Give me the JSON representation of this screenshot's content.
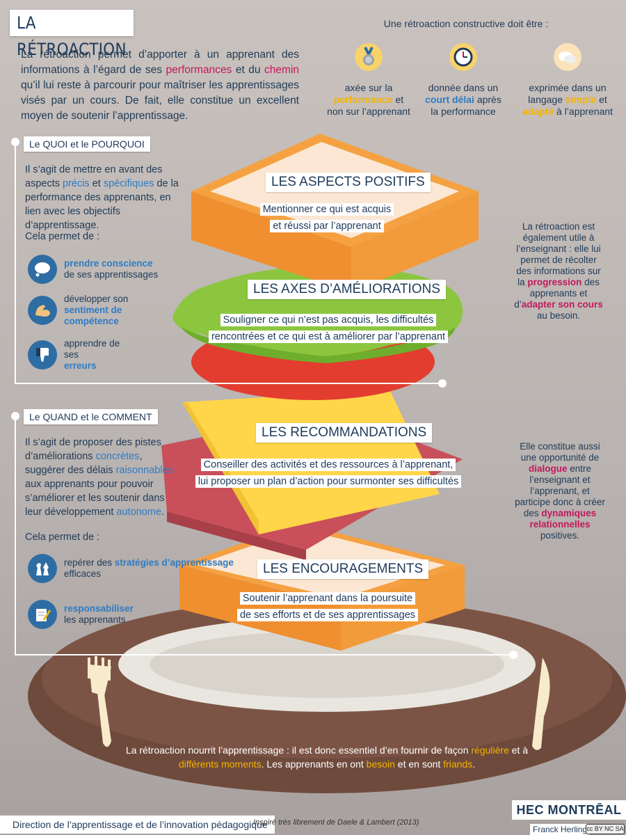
{
  "header": {
    "title": "LA RÉTROACTION",
    "intro": {
      "p1": "La rétroaction permet d’apporter à un apprenant des informations à l’égard de ses ",
      "k1": "performances",
      "p2": " et du ",
      "k2": "chemin",
      "p3": " qu’il lui reste à parcourir pour maîtriser les apprentissages visés par un cours. De fait, elle constitue un excellent moyen de soutenir l’apprentissage."
    }
  },
  "constructive": {
    "heading": "Une rétroaction constructive doit être :",
    "items": [
      {
        "icon": "medal-icon",
        "a": "axée sur la",
        "k": "performance",
        "b": " et",
        "c": "non sur l’apprenant"
      },
      {
        "icon": "clock-icon",
        "a": "donnée dans un",
        "k": "court délai",
        "b": " après",
        "c": "la performance"
      },
      {
        "icon": "speech-bubble-icon",
        "a": "exprimée dans un",
        "l2a": "langage ",
        "k": "simple",
        "b": " et",
        "k2": "adapté",
        "c": " à l’apprenant"
      }
    ]
  },
  "section1": {
    "label": "Le QUOI et le POURQUOI",
    "text": {
      "a": "Il s’agit de mettre en avant des aspects ",
      "k1": "précis",
      "b": " et ",
      "k2": "spécifiques",
      "c": " de la performance des apprenants, en lien avec les objectifs d’apprentissage."
    },
    "allows": "Cela permet de :",
    "benefits": [
      {
        "icon": "thought-cloud-icon",
        "k": "prendre conscience",
        "t": "de ses apprentissages"
      },
      {
        "icon": "muscle-arm-icon",
        "t": "développer son",
        "k": "sentiment de compétence"
      },
      {
        "icon": "thumbs-down-icon",
        "t": "apprendre de ses ",
        "k": "erreurs"
      }
    ]
  },
  "section2": {
    "label": "Le QUAND et le COMMENT",
    "text": {
      "a": "Il s’agit de proposer des pistes d’améliorations ",
      "k1": "concrètes",
      "b": ", suggérer des délais ",
      "k2": "raisonnables",
      "c": " aux apprenants pour pouvoir s’améliorer et les soutenir dans leur développement ",
      "k3": "autonome",
      "d": "."
    },
    "allows": "Cela permet de :",
    "benefits": [
      {
        "icon": "chess-pieces-icon",
        "t": "repérer des ",
        "k": "stratégies d’apprentissage",
        "t2": "efficaces"
      },
      {
        "icon": "pencil-paper-icon",
        "k": "responsabiliser",
        "t": "les apprenants"
      }
    ]
  },
  "layers": [
    {
      "title": "LES ASPECTS POSITIFS",
      "lines": [
        "Mentionner ce qui est acquis",
        "et réussi par l’apprenant"
      ]
    },
    {
      "title": "LES AXES D’AMÉLIORATIONS",
      "lines": [
        "Souligner ce qui n’est pas acquis, les difficultés",
        "rencontrées et ce qui est à améliorer par l’apprenant"
      ]
    },
    {
      "title": "LES RECOMMANDATIONS",
      "lines": [
        "Conseiller des activités et des ressources à l’apprenant,",
        "lui proposer un plan d’action pour surmonter ses difficultés"
      ]
    },
    {
      "title": "LES ENCOURAGEMENTS",
      "lines": [
        "Soutenir l’apprenant dans la poursuite",
        "de ses efforts et de ses apprentissages"
      ]
    }
  ],
  "right_notes": {
    "note1": {
      "a": "La rétroaction est également utile à l’enseignant : elle lui permet de récolter des informations sur la ",
      "k1": "progression",
      "b": " des apprenants et d’",
      "k2": "adapter son cours",
      "c": " au besoin."
    },
    "note2": {
      "a": "Elle constitue aussi une opportunité de ",
      "k1": "dialogue",
      "b": " entre l’enseignant et l’apprenant, et participe donc à créer des ",
      "k2": "dynamiques relationnelles",
      "c": " positives."
    }
  },
  "bottom": {
    "a": "La rétroaction nourrit l’apprentissage : il est donc essentiel d’en fournir de façon ",
    "k1": "régulière",
    "b": " et à ",
    "k2": "différents moments",
    "c": ". Les apprenants en ont ",
    "k3": "besoin",
    "d": " et en sont ",
    "k4": "friands",
    "e": "."
  },
  "footer": {
    "direction": "Direction de l’apprentissage et de l’innovation pédagogique",
    "inspired": "Inspiré très librement de Daele & Lambert (2013)",
    "brand": "HEC MONTRĒAL",
    "author": "Franck Herling",
    "license": "cc BY NC SA"
  },
  "colors": {
    "navy": "#1e3a5a",
    "red_accent": "#c2185b",
    "blue_accent": "#2e7bc4",
    "yellow_accent": "#f4b400",
    "bread": "#f5a142",
    "crumb": "#fbe7d3",
    "lettuce": "#8cc63f",
    "tomato": "#e23d2f",
    "cheese": "#ffd54a",
    "ham": "#c9505a",
    "plate_rim": "#6e4a3d"
  }
}
